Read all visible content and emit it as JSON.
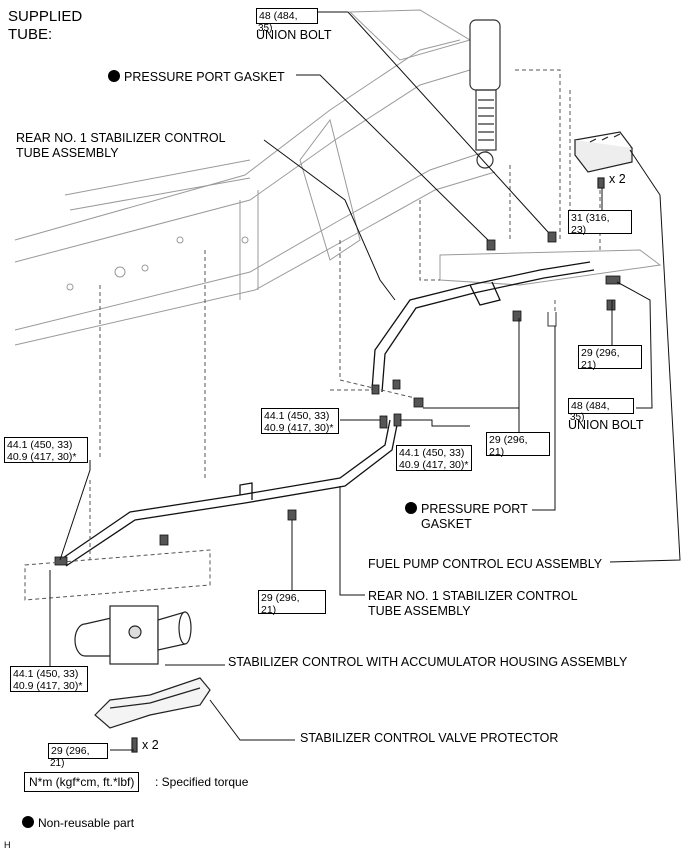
{
  "title_line1": "SUPPLIED",
  "title_line2": "TUBE:",
  "labels": {
    "pressure_port_gasket_top": "PRESSURE PORT GASKET",
    "rear_tube_top_l1": "REAR NO. 1 STABILIZER CONTROL",
    "rear_tube_top_l2": "TUBE ASSEMBLY",
    "union_bolt_top": "UNION BOLT",
    "union_bolt_right": "UNION BOLT",
    "x2_top": "x 2",
    "x2_bottom": "x 2",
    "pressure_port_gasket_mid_l1": "PRESSURE PORT",
    "pressure_port_gasket_mid_l2": "GASKET",
    "fuel_pump_ecu": "FUEL PUMP CONTROL ECU ASSEMBLY",
    "rear_tube_mid_l1": "REAR NO. 1 STABILIZER CONTROL",
    "rear_tube_mid_l2": "TUBE ASSEMBLY",
    "stabilizer_housing": "STABILIZER CONTROL WITH ACCUMULATOR HOUSING ASSEMBLY",
    "valve_protector": "STABILIZER CONTROL VALVE PROTECTOR",
    "specified_torque": ": Specified torque",
    "non_reusable": "Non-reusable part",
    "figure_code": "H"
  },
  "torque": {
    "top_union": {
      "l1": "48 (484,",
      "l2": "35)"
    },
    "bracket_top": {
      "l1": "31 (316,",
      "l2": "23)"
    },
    "right_bolt": {
      "l1": "29 (296,",
      "l2": "21)"
    },
    "right_union": {
      "l1": "48 (484,",
      "l2": "35)"
    },
    "center_left": {
      "l1": "44.1 (450, 33)",
      "l2": "40.9 (417, 30)*"
    },
    "center_right": {
      "l1": "44.1 (450, 33)",
      "l2": "40.9 (417, 30)*"
    },
    "center_bolt": {
      "l1": "29 (296,",
      "l2": "21)"
    },
    "left_top": {
      "l1": "44.1 (450, 33)",
      "l2": "40.9 (417, 30)*"
    },
    "lower_bolt": {
      "l1": "29 (296,",
      "l2": "21)"
    },
    "left_bottom": {
      "l1": "44.1 (450, 33)",
      "l2": "40.9 (417, 30)*"
    },
    "protector_bolt": {
      "l1": "29 (296,",
      "l2": "21)"
    }
  },
  "legend_units": "N*m (kgf*cm, ft.*lbf)"
}
